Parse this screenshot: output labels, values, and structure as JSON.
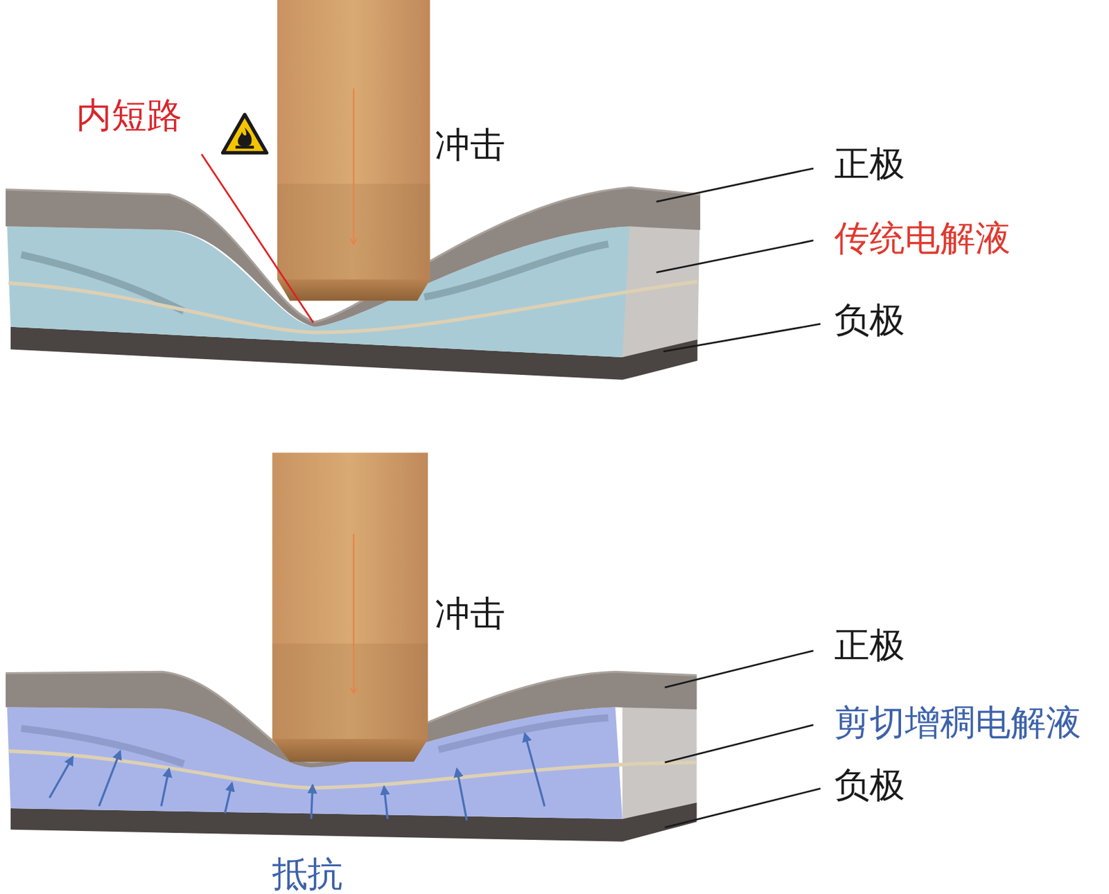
{
  "diagram": {
    "labels": [
      "内短路",
      "冲击",
      "正极",
      "传统电解液",
      "负极",
      "冲击",
      "正极",
      "剪切增稠电解液",
      "负极",
      "抵抗"
    ]
  }
}
